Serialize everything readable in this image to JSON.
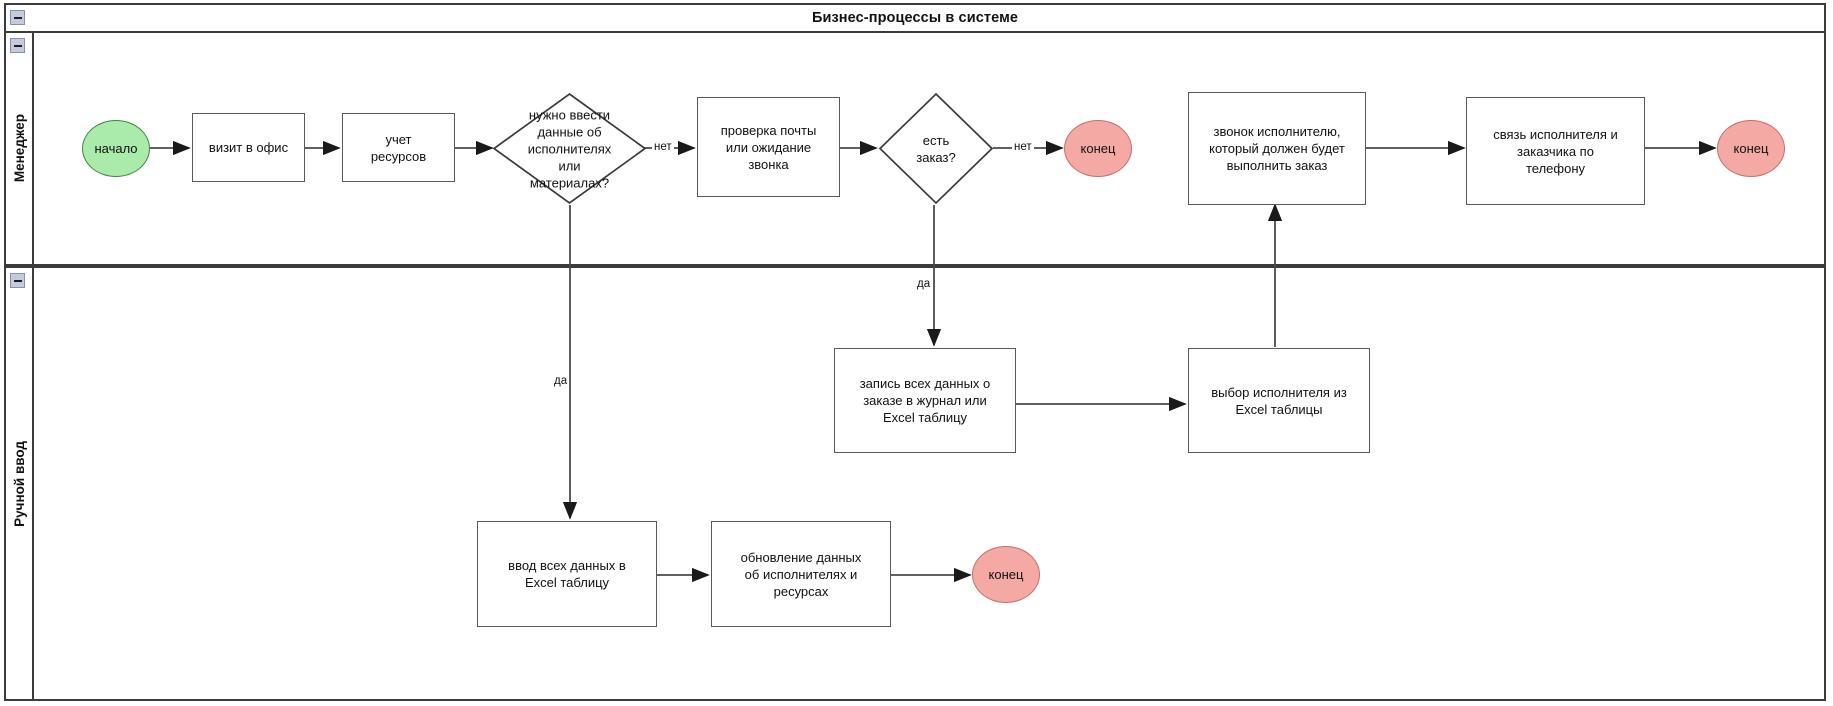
{
  "diagram": {
    "title": "Бизнес-процессы в системе",
    "type": "bpmn-swimlane-flowchart",
    "colors": {
      "start_fill": "#aaeaaa",
      "start_stroke": "#3c8a3c",
      "end_fill": "#f4a9a4",
      "end_stroke": "#c2706b",
      "node_stroke": "#595959",
      "lane_border": "#3b3b3b",
      "collapse_fill": "#c5cadd",
      "background": "#ffffff"
    }
  },
  "lanes": [
    {
      "id": "lane-manager",
      "label": "Менеджер",
      "collapse_icon": "minus-icon"
    },
    {
      "id": "lane-manual",
      "label": "Ручной ввод",
      "collapse_icon": "minus-icon"
    }
  ],
  "pool": {
    "collapse_icon": "minus-icon"
  },
  "nodes": [
    {
      "id": "start-1",
      "lane": "lane-manager",
      "shape": "ellipse-start",
      "text": "начало"
    },
    {
      "id": "visit",
      "lane": "lane-manager",
      "shape": "rect",
      "text": "визит в офис"
    },
    {
      "id": "resources",
      "lane": "lane-manager",
      "shape": "rect",
      "text": "учет\nресурсов"
    },
    {
      "id": "need-data",
      "lane": "lane-manager",
      "shape": "diamond",
      "text": "нужно ввести\nданные об\nисполнителях или\nматериалах?"
    },
    {
      "id": "check-mail",
      "lane": "lane-manager",
      "shape": "rect",
      "text": "проверка почты\nили ожидание\nзвонка"
    },
    {
      "id": "has-order",
      "lane": "lane-manager",
      "shape": "diamond",
      "text": "есть заказ?"
    },
    {
      "id": "end-1",
      "lane": "lane-manager",
      "shape": "ellipse-end",
      "text": "конец"
    },
    {
      "id": "call-exec",
      "lane": "lane-manager",
      "shape": "rect",
      "text": "звонок исполнителю,\nкоторый должен будет\nвыполнить заказ"
    },
    {
      "id": "link-exec",
      "lane": "lane-manager",
      "shape": "rect",
      "text": "связь исполнителя и\nзаказчика по\nтелефону"
    },
    {
      "id": "end-2",
      "lane": "lane-manager",
      "shape": "ellipse-end",
      "text": "конец"
    },
    {
      "id": "record",
      "lane": "lane-manual",
      "shape": "rect",
      "text": "запись всех данных о\nзаказе в журнал или\nExcel таблицу"
    },
    {
      "id": "select-exec",
      "lane": "lane-manual",
      "shape": "rect",
      "text": "выбор исполнителя из\nExcel таблицы"
    },
    {
      "id": "input-data",
      "lane": "lane-manual",
      "shape": "rect",
      "text": "ввод всех данных в\nExcel таблицу"
    },
    {
      "id": "update",
      "lane": "lane-manual",
      "shape": "rect",
      "text": "обновление данных\nоб исполнителях и\nресурсах"
    },
    {
      "id": "end-3",
      "lane": "lane-manual",
      "shape": "ellipse-end",
      "text": "конец"
    }
  ],
  "edge_labels": {
    "need_data_no": "нет",
    "need_data_yes": "да",
    "has_order_no": "нет",
    "has_order_yes": "да"
  },
  "edges": [
    {
      "from": "start-1",
      "to": "visit",
      "label": ""
    },
    {
      "from": "visit",
      "to": "resources",
      "label": ""
    },
    {
      "from": "resources",
      "to": "need-data",
      "label": ""
    },
    {
      "from": "need-data",
      "to": "check-mail",
      "label": "нет"
    },
    {
      "from": "need-data",
      "to": "input-data",
      "label": "да"
    },
    {
      "from": "check-mail",
      "to": "has-order",
      "label": ""
    },
    {
      "from": "has-order",
      "to": "end-1",
      "label": "нет"
    },
    {
      "from": "has-order",
      "to": "record",
      "label": "да"
    },
    {
      "from": "record",
      "to": "select-exec",
      "label": ""
    },
    {
      "from": "select-exec",
      "to": "call-exec",
      "label": ""
    },
    {
      "from": "call-exec",
      "to": "link-exec",
      "label": ""
    },
    {
      "from": "link-exec",
      "to": "end-2",
      "label": ""
    },
    {
      "from": "input-data",
      "to": "update",
      "label": ""
    },
    {
      "from": "update",
      "to": "end-3",
      "label": ""
    }
  ]
}
